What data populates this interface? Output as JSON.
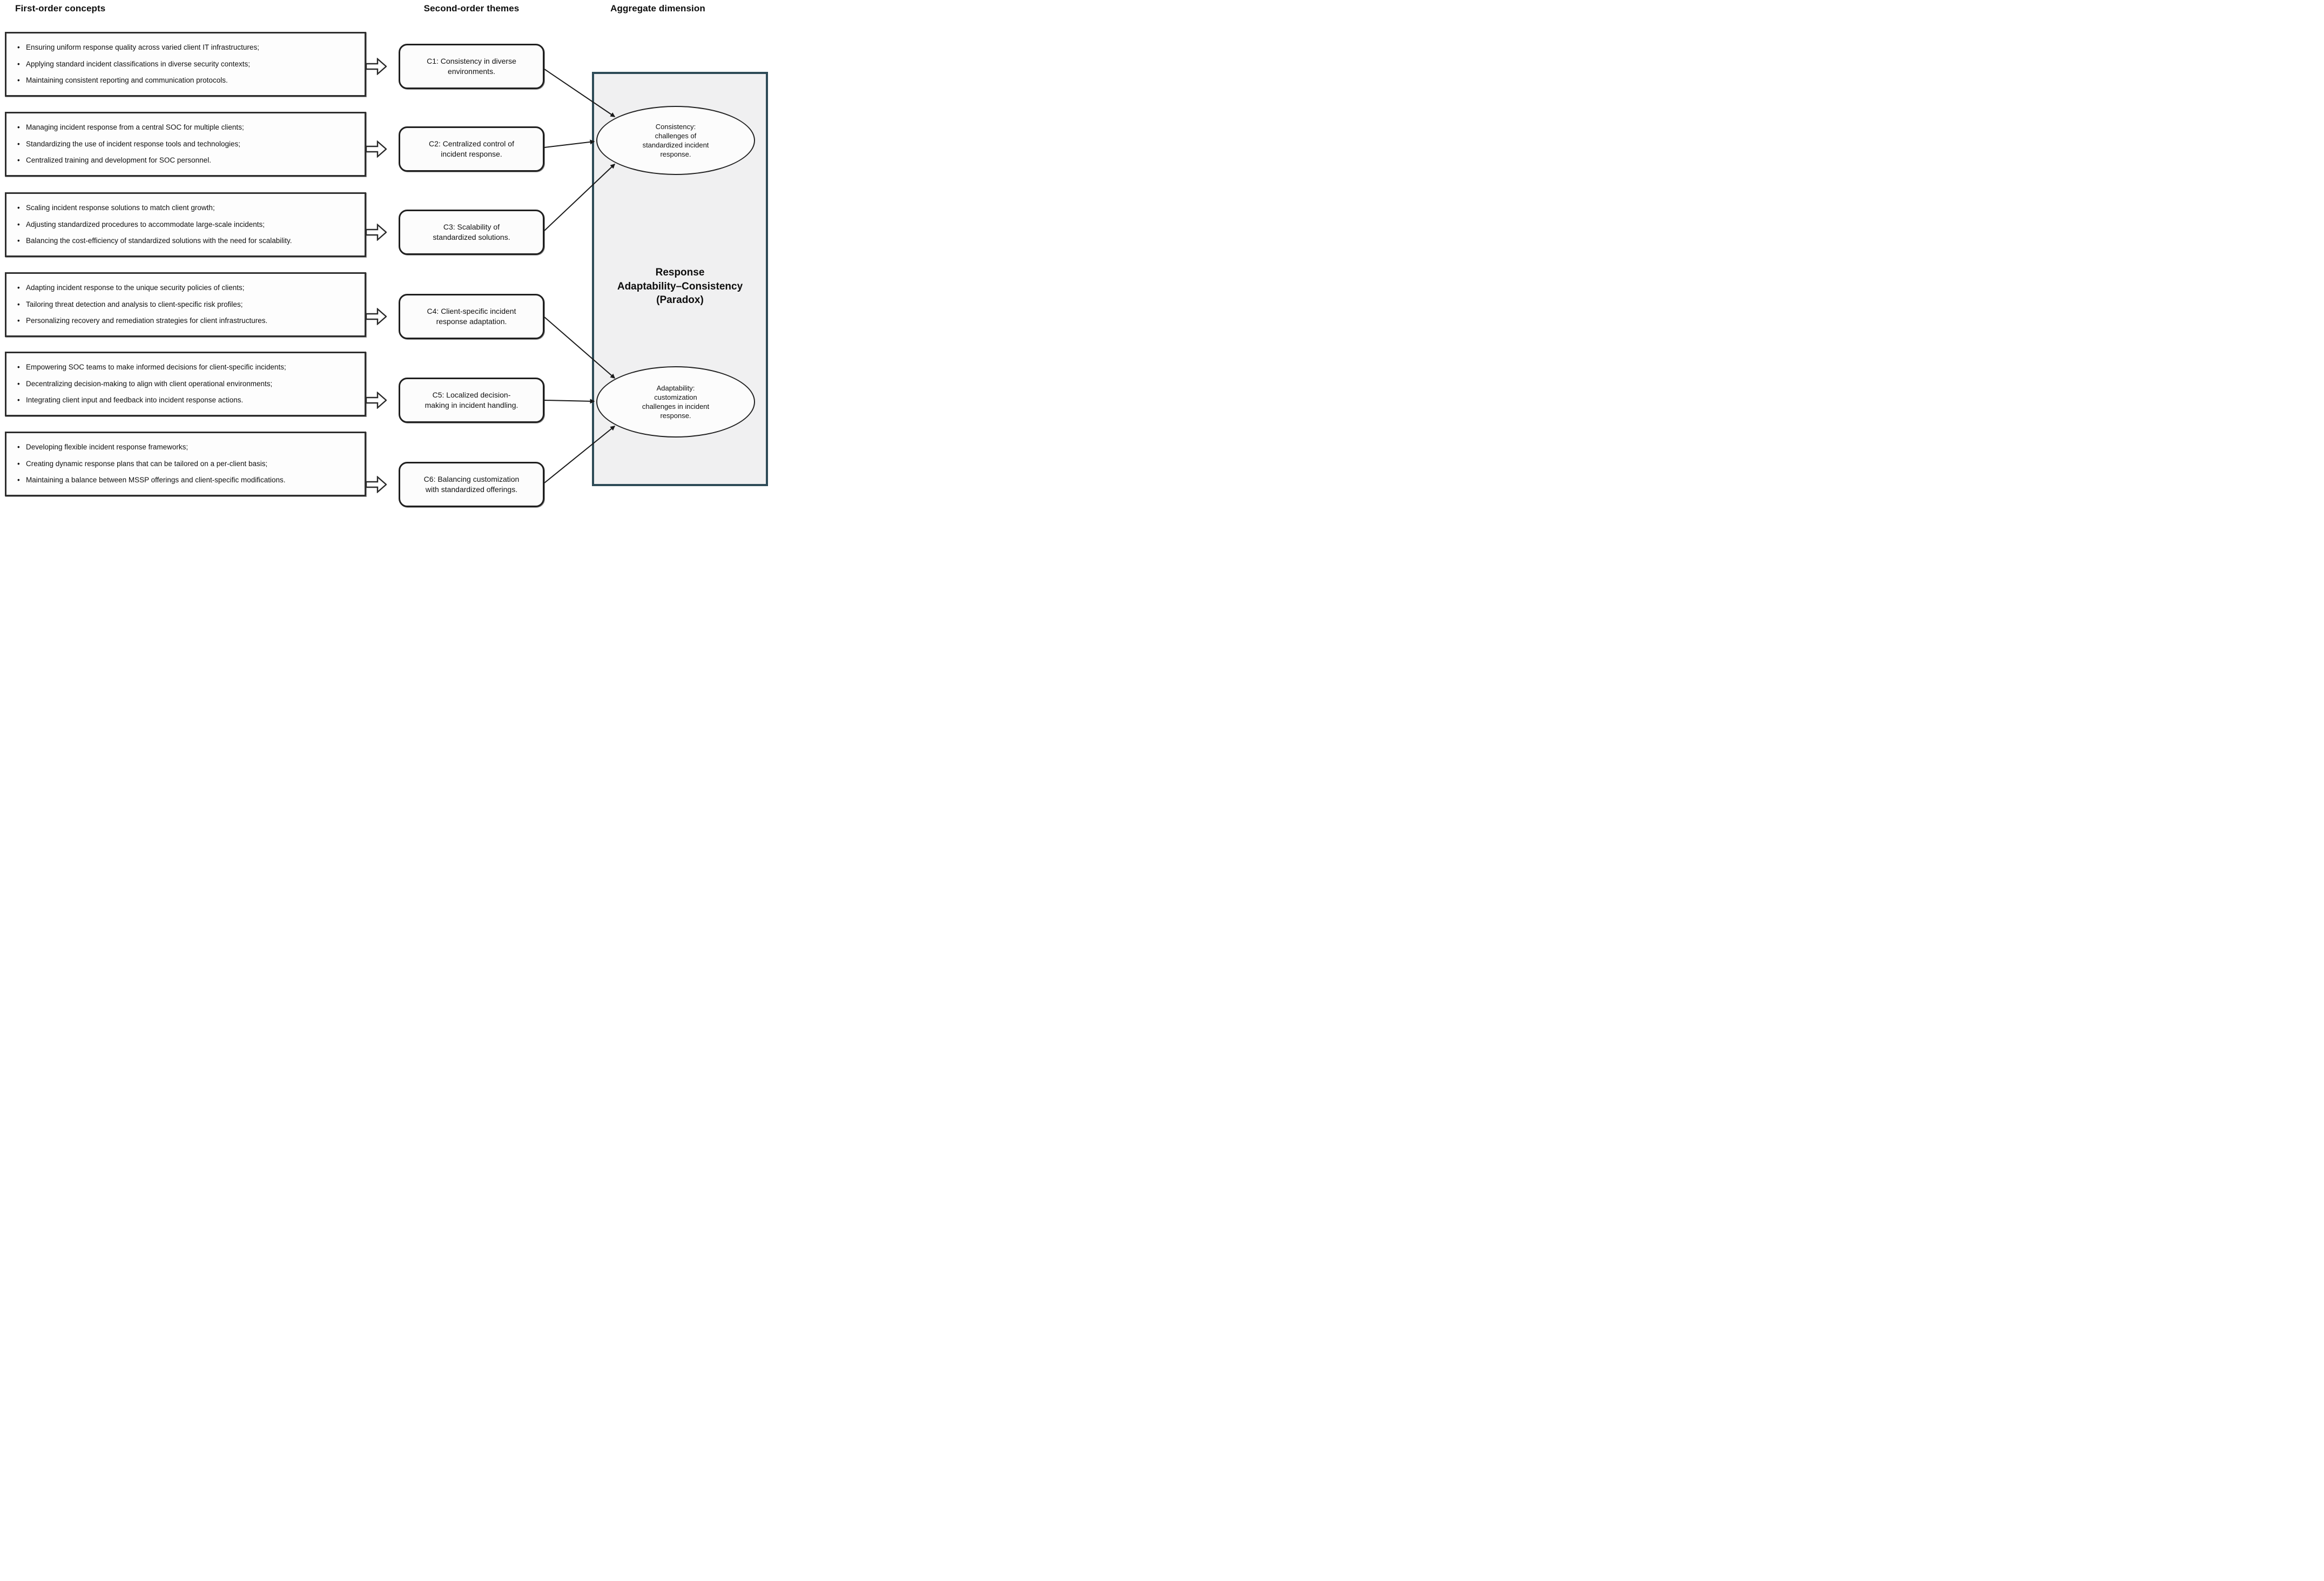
{
  "headers": {
    "first_order": "First-order concepts",
    "second_order": "Second-order themes",
    "aggregate": "Aggregate dimension"
  },
  "glyphs": {
    "bullet": "•"
  },
  "first_order_concepts": [
    {
      "bullets": [
        "Ensuring uniform response quality across varied client IT infrastructures;",
        "Applying standard incident classifications in diverse security contexts;",
        "Maintaining consistent reporting and communication protocols."
      ]
    },
    {
      "bullets": [
        "Managing incident response from a central SOC for multiple clients;",
        "Standardizing the use of incident response tools and technologies;",
        "Centralized training and development for SOC personnel."
      ]
    },
    {
      "bullets": [
        "Scaling incident response solutions to match client growth;",
        "Adjusting standardized procedures to accommodate large-scale incidents;",
        "Balancing the cost-efficiency of standardized solutions with the need for scalability."
      ]
    },
    {
      "bullets": [
        "Adapting incident response to the unique security policies of clients;",
        "Tailoring threat detection and analysis to client-specific risk profiles;",
        "Personalizing recovery and remediation strategies for client infrastructures."
      ]
    },
    {
      "bullets": [
        "Empowering SOC teams to make informed decisions for client-specific incidents;",
        "Decentralizing decision-making to align with client operational environments;",
        "Integrating client input and feedback into incident response actions."
      ]
    },
    {
      "bullets": [
        "Developing flexible incident response frameworks;",
        "Creating dynamic response plans that can be tailored on a per-client basis;",
        "Maintaining a balance between MSSP offerings and client-specific modifications."
      ]
    }
  ],
  "second_order_themes": [
    {
      "label": "C1: Consistency in diverse\nenvironments."
    },
    {
      "label": "C2: Centralized control of\nincident response."
    },
    {
      "label": "C3: Scalability of\nstandardized solutions."
    },
    {
      "label": "C4: Client-specific incident\nresponse adaptation."
    },
    {
      "label": "C5: Localized decision-\nmaking in incident handling."
    },
    {
      "label": "C6: Balancing customization\nwith standardized offerings."
    }
  ],
  "aggregate_dimension": {
    "title": "Response\nAdaptability–Consistency\n(Paradox)",
    "ellipses": [
      {
        "label": "Consistency:\nchallenges of\nstandardized incident\nresponse."
      },
      {
        "label": "Adaptability:\ncustomization\nchallenges in incident\nresponse."
      }
    ]
  },
  "colors": {
    "aggregate_border": "#2E4B57",
    "aggregate_fill": "#F0F0F1",
    "box_border": "#2B2B2B",
    "box_fill": "#FDFDFD",
    "arrow": "#1A1A1A",
    "text": "#111111"
  }
}
